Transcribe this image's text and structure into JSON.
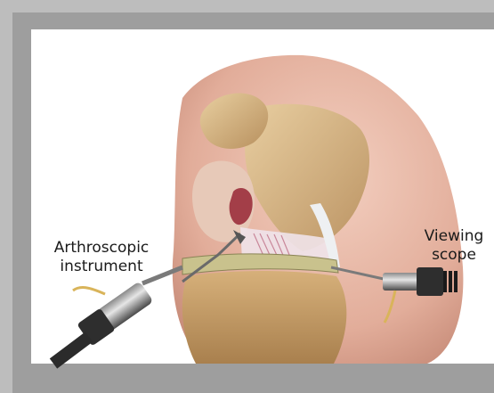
{
  "labels": {
    "instrument_line1": "Arthroscopic",
    "instrument_line2": "instrument",
    "scope_line1": "Viewing",
    "scope_line2": "scope"
  },
  "colors": {
    "frame": "#bdbdbd",
    "panel": "#9e9e9e",
    "canvas": "#ffffff",
    "skin": "#e8b9a8",
    "bone": "#d9b98a",
    "cartilage": "#ede6d8"
  }
}
